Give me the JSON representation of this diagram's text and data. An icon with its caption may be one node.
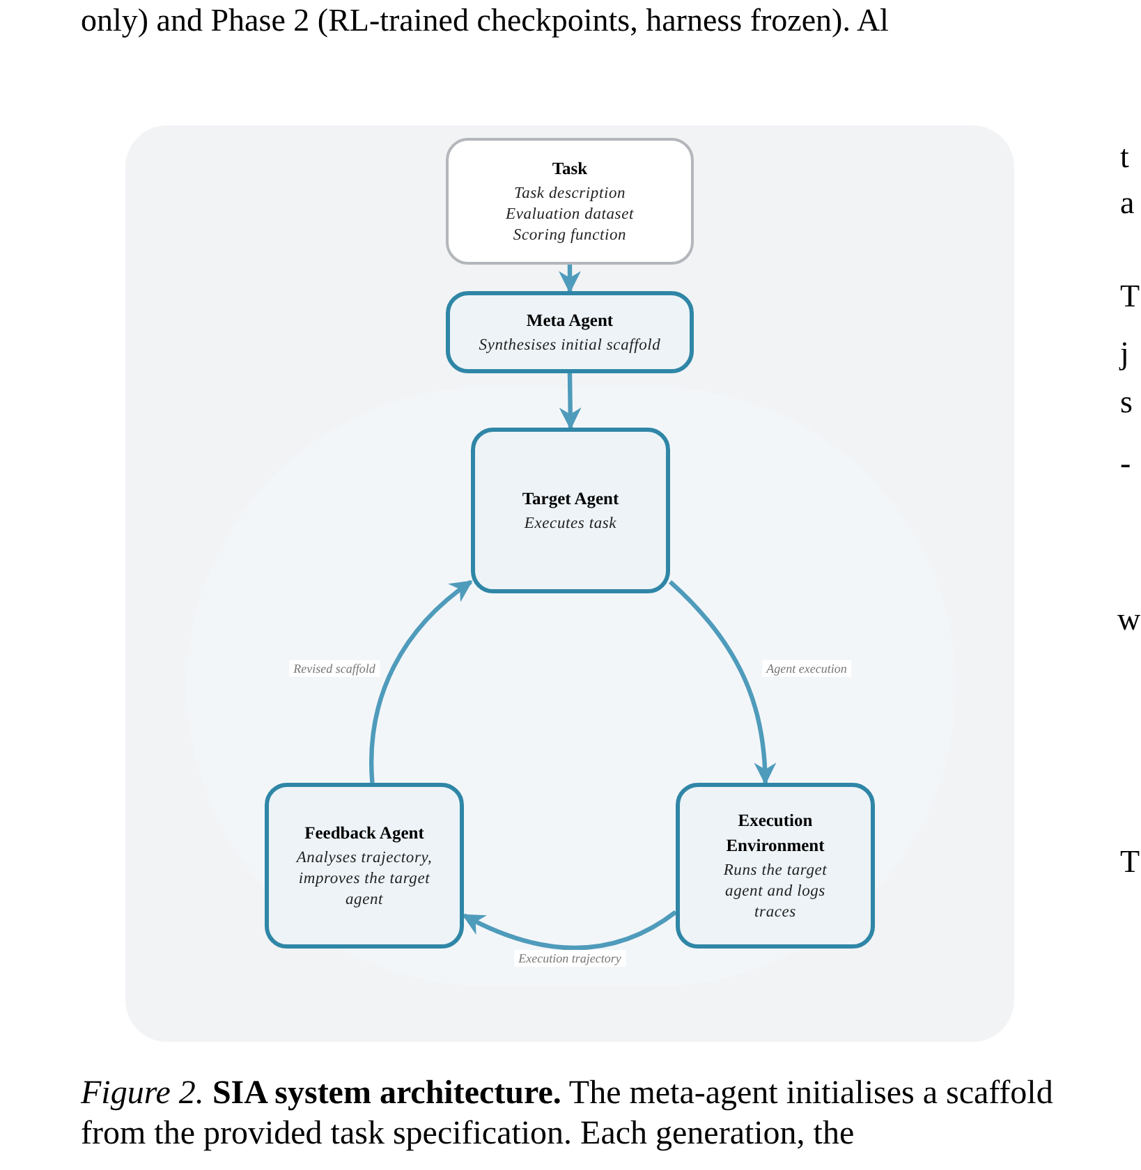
{
  "diagram": {
    "caption": "*Figure 2.* **SIA system architecture.** The meta-agent initialises a scaffold from the provided task specification. Each generation, the",
    "nodes": [
      {
        "text": [
          "Task",
          "Task description",
          "Evaluation dataset",
          "Scoring function"
        ]
      },
      {
        "text": [
          "Meta Agent",
          "Synthesises initial scaffold"
        ]
      },
      {
        "text": [
          "Target Agent",
          "Executes task"
        ]
      },
      {
        "text": [
          "Execution Environment",
          "Runs the target agent and logs traces"
        ]
      },
      {
        "text": [
          "Feedback Agent",
          "Analyses trajectory, improves the target agent"
        ]
      }
    ],
    "edges": [
      {
        "from": 0,
        "to": 1,
        "arrow": "to"
      },
      {
        "from": 1,
        "to": 2,
        "arrow": "to"
      },
      {
        "from": 2,
        "to": 3,
        "arrow": "to",
        "label": "Agent execution"
      },
      {
        "from": 3,
        "to": 4,
        "arrow": "to",
        "label": "Execution trajectory"
      },
      {
        "from": 4,
        "to": 2,
        "arrow": "to",
        "label": "Revised scaffold"
      }
    ],
    "labels": [
      "only) and Phase 2 (RL-trained checkpoints, harness frozen). Al",
      "t",
      "a",
      "T",
      "j",
      "s",
      "-",
      "w",
      "T"
    ]
  }
}
